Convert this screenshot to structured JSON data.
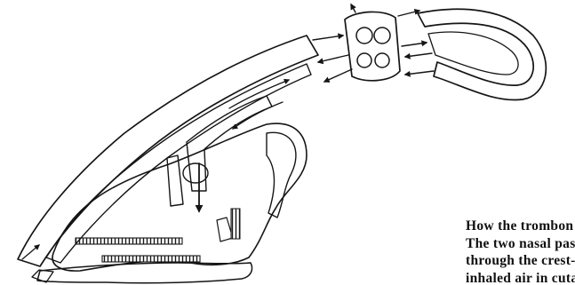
{
  "caption": {
    "lines": [
      "How the trombon",
      "The two nasal pas",
      "through the crest-",
      "inhaled air in cuta"
    ]
  },
  "icons": {
    "skull": "skull-illustration",
    "crest": "nasal-crest-tube",
    "section": "crest-cross-section",
    "loop": "crest-cutaway-loop",
    "arrows": "airflow-arrows"
  },
  "colors": {
    "ink": "#151515",
    "stipple": "#4a4a4a",
    "paper": "#ffffff"
  }
}
